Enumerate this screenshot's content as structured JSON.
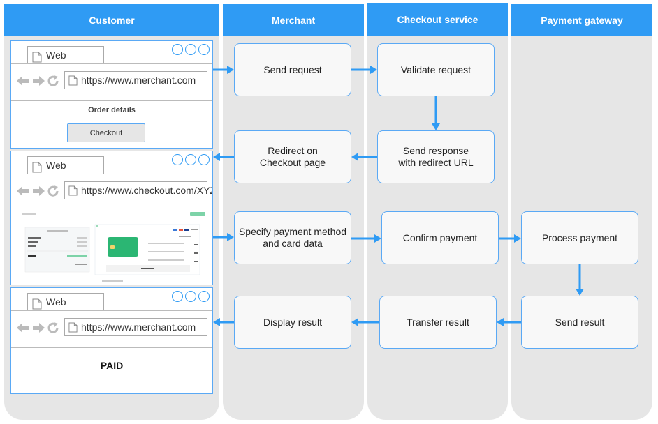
{
  "lanes": {
    "customer": "Customer",
    "merchant": "Merchant",
    "checkout": "Checkout service",
    "gateway": "Payment gateway"
  },
  "browsers": [
    {
      "tab_label": "Web",
      "url": "https://www.merchant.com",
      "order_title": "Order details",
      "button_label": "Checkout"
    },
    {
      "tab_label": "Web",
      "url": "https://www.checkout.com/XYZ"
    },
    {
      "tab_label": "Web",
      "url": "https://www.merchant.com",
      "status": "PAID"
    }
  ],
  "steps": {
    "send_request": "Send request",
    "validate_request": "Validate request",
    "redirect": "Redirect on\nCheckout page",
    "send_response": "Send response\nwith redirect URL",
    "specify_payment": "Specify payment method\nand card data",
    "confirm_payment": "Confirm payment",
    "process_payment": "Process payment",
    "display_result": "Display result",
    "transfer_result": "Transfer result",
    "send_result": "Send result"
  },
  "colors": {
    "accent": "#2f9bf4",
    "lane_bg": "#e6e6e6",
    "box_border": "#5aa9f5",
    "box_fill": "#f8f8f8",
    "card_green": "#2bb673"
  }
}
